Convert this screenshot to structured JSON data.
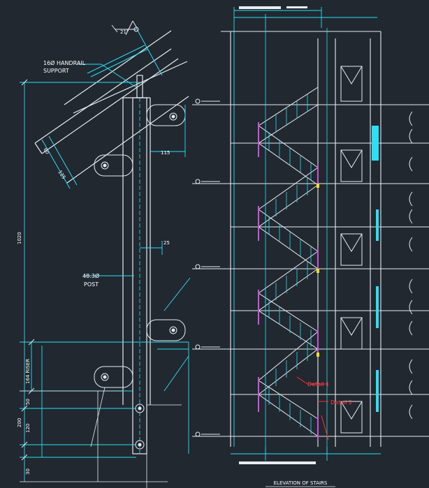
{
  "detail": {
    "angle": "21°",
    "handrail_support": [
      "16Ø HANDRAIL",
      "SUPPORT"
    ],
    "post": [
      "48.3Ø",
      "POST"
    ],
    "dim_60": "60",
    "dim_125": "125",
    "dim_115": "115",
    "dim_25": "25",
    "dim_1020": "1020",
    "riser": "164 RISER",
    "dim_50": "50",
    "dim_120": "120",
    "dim_200": "200",
    "dim_30": "30"
  },
  "elevation": {
    "callout_1": "Detail 1",
    "callout_2": "Detail 2",
    "caption": "ELEVATION OF STAIRS"
  },
  "colors": {
    "background": "#212830",
    "line_white": "#e8ecf0",
    "line_cyan": "#29e0f5",
    "line_magenta": "#d050e0",
    "line_red": "#ff3030",
    "line_yellow": "#f0e020"
  }
}
